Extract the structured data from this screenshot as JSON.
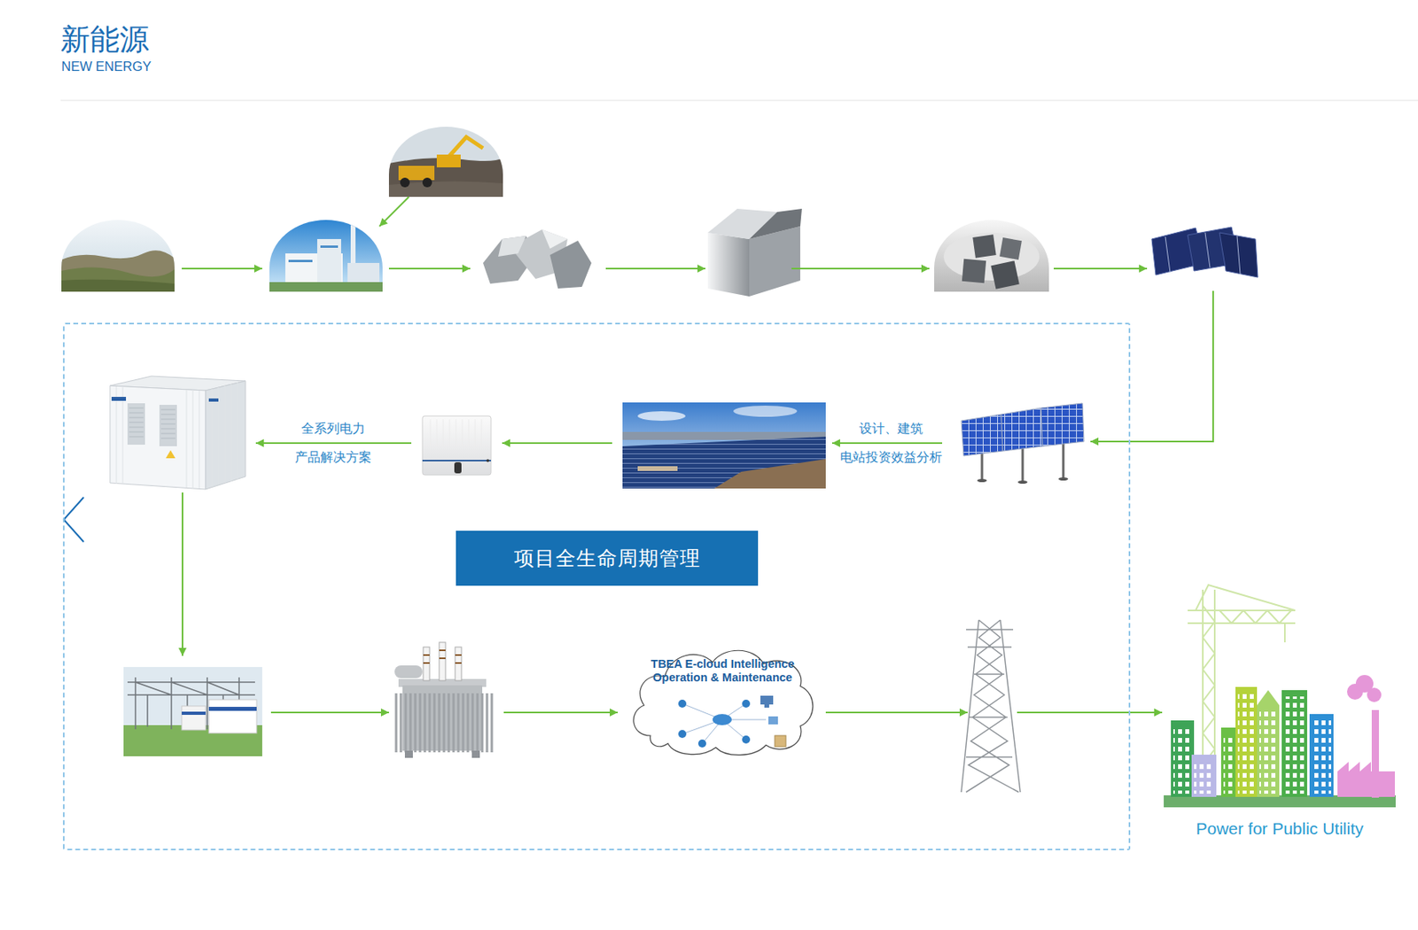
{
  "diagram": {
    "title": "新能源",
    "nodes": [
      {
        "text": [
          "项目全生命周期管理"
        ]
      },
      {
        "text": [
          "TBEA E-cloud Intelligence Operation & Maintenance"
        ],
        "in": 0
      },
      {
        "text": [
          "Power for Public Utility"
        ]
      }
    ],
    "edges": [
      {
        "from": 0,
        "to": 2,
        "arrow": "to"
      }
    ],
    "labels": [
      "NEW ENERGY",
      "全系列电力 产品解决方案",
      "设计、建筑 电站投资效益分析"
    ]
  }
}
